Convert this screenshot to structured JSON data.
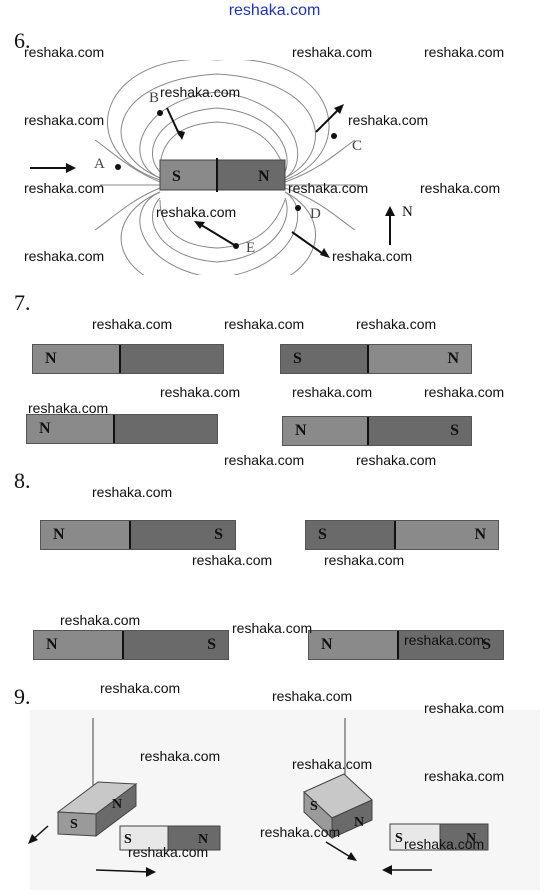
{
  "site_header": "reshaka.com",
  "watermark": "reshaka.com",
  "problem_numbers": {
    "p6": "6.",
    "p7": "7.",
    "p8": "8.",
    "p9": "9."
  },
  "p6": {
    "magnet_left": "S",
    "magnet_right": "N",
    "points": {
      "A": "A",
      "B": "B",
      "C": "C",
      "D": "D",
      "E": "E"
    },
    "needle_label": "N"
  },
  "p7": {
    "m1": {
      "left": "N",
      "right": ""
    },
    "m2": {
      "left": "S",
      "right": "N"
    },
    "m3": {
      "left": "N",
      "right": ""
    },
    "m4": {
      "left": "N",
      "right": "S"
    }
  },
  "p8": {
    "m1": {
      "left": "N",
      "right": "S"
    },
    "m2": {
      "left": "S",
      "right": "N"
    },
    "m3": {
      "left": "N",
      "right": "S"
    },
    "m4": {
      "left": "N",
      "right": "S"
    }
  },
  "p9": {
    "left_hanging": {
      "left": "S",
      "right": "N"
    },
    "left_bottom": {
      "left": "S",
      "right": "N"
    },
    "right_hanging": {
      "left": "S",
      "right": "N"
    },
    "right_bottom": {
      "left": "S",
      "right": "N"
    }
  }
}
